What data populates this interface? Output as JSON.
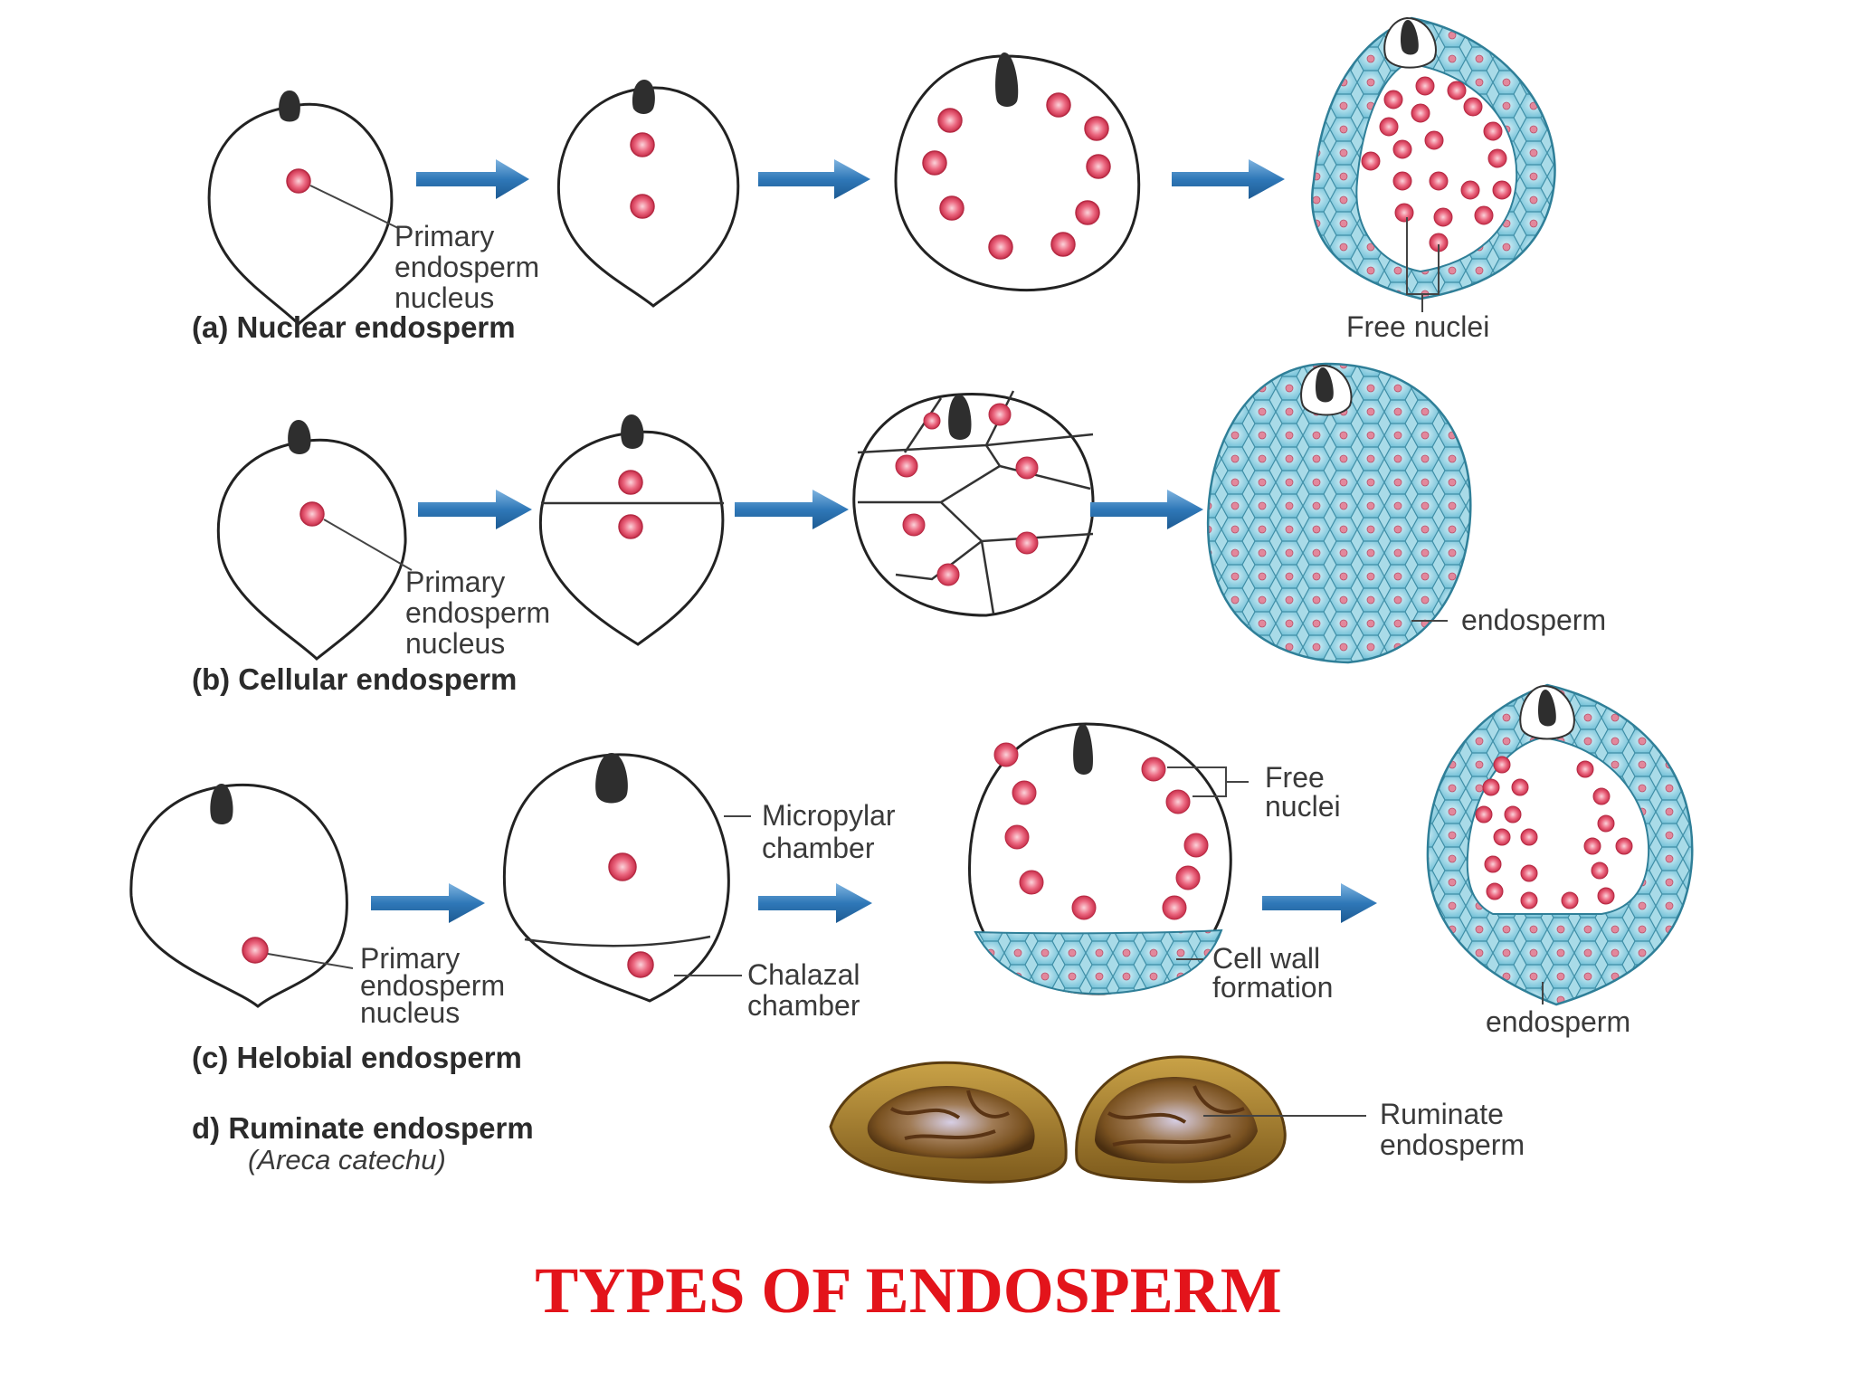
{
  "main_title": "TYPES OF ENDOSPERM",
  "panels": {
    "nuclear": {
      "caption": "(a) Nuclear endosperm",
      "primary_label": [
        "Primary",
        "endosperm",
        "nucleus"
      ],
      "free_nuclei_label": "Free nuclei"
    },
    "cellular": {
      "caption": "(b) Cellular endosperm",
      "primary_label": [
        "Primary",
        "endosperm",
        "nucleus"
      ],
      "endosperm_label": "endosperm"
    },
    "helobial": {
      "caption": "(c) Helobial endosperm",
      "primary_label": [
        "Primary",
        "endosperm",
        "nucleus"
      ],
      "micropylar_label": [
        "Micropylar",
        "chamber"
      ],
      "chalazal_label": [
        "Chalazal",
        "chamber"
      ],
      "free_nuclei_label": [
        "Free",
        "nuclei"
      ],
      "cell_wall_label": [
        "Cell wall",
        "formation"
      ],
      "endosperm_label": "endosperm"
    },
    "ruminate": {
      "caption": "d) Ruminate endosperm",
      "species": "(Areca catechu)",
      "label": [
        "Ruminate",
        "endosperm"
      ]
    }
  },
  "colors": {
    "nucleus_fill": "#e8506a",
    "cell_fill": "#8fd0e0",
    "arrow_fill": "#3b86c4",
    "title_color": "#e3141b"
  }
}
